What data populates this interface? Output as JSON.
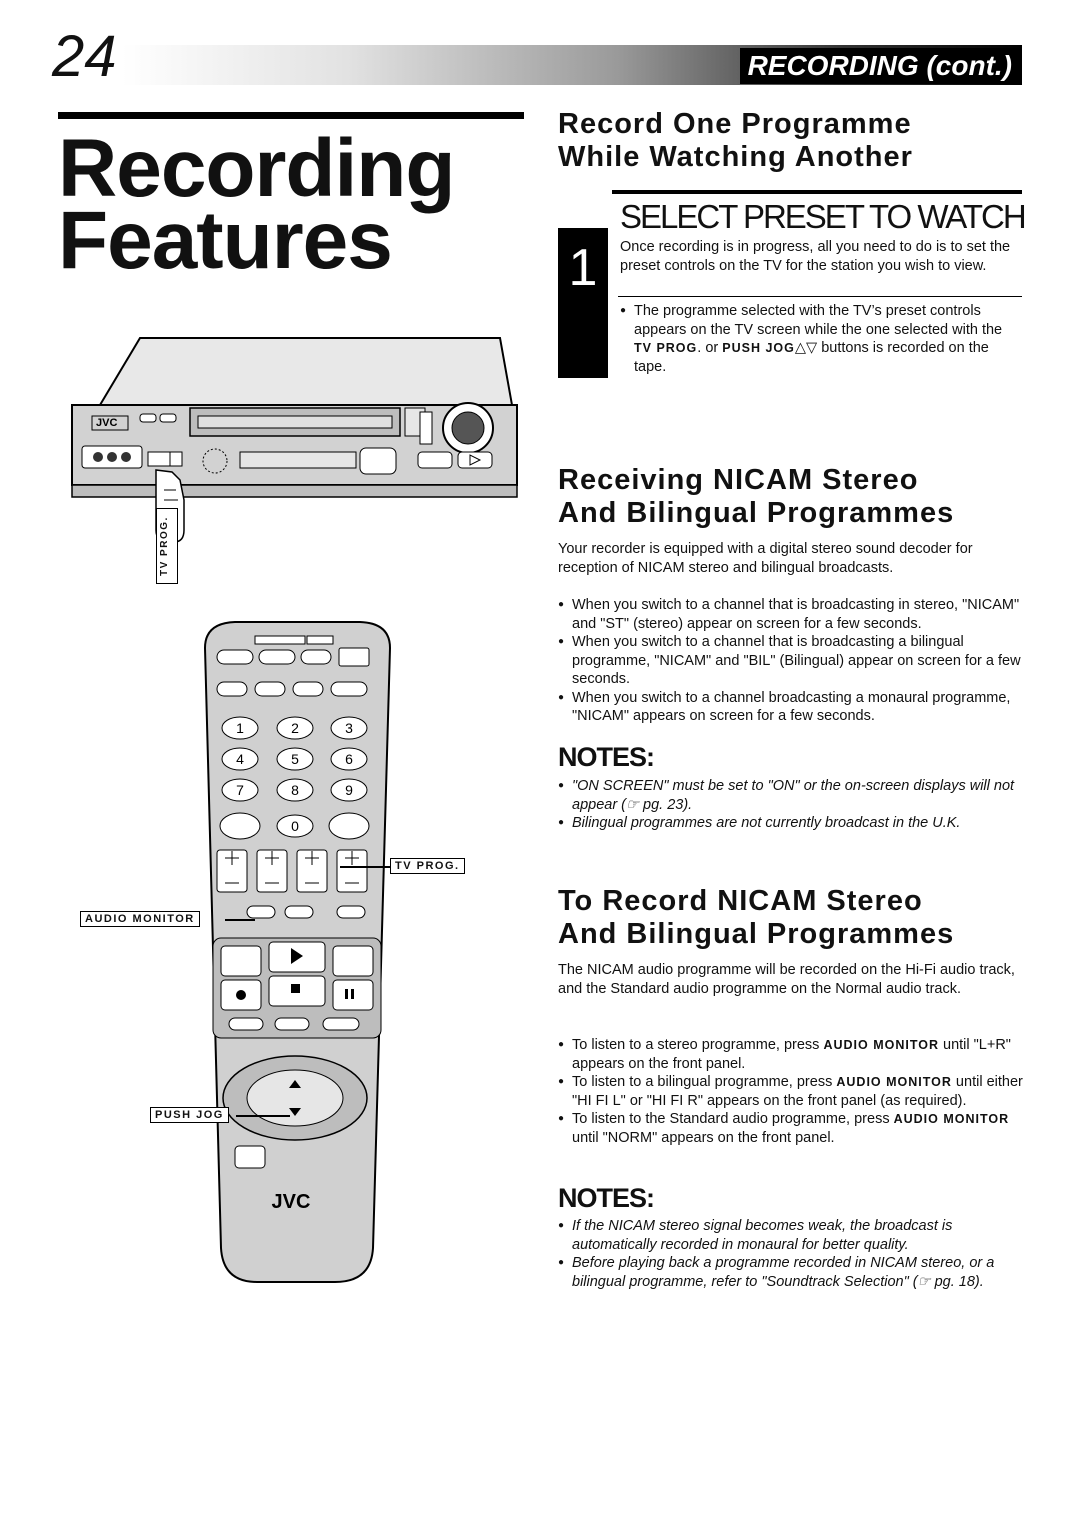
{
  "header": {
    "page_number": "24",
    "section_label": "RECORDING (cont.)"
  },
  "title": {
    "line1": "Recording",
    "line2": "Features"
  },
  "illustration": {
    "vcr_brand": "JVC",
    "remote_brand": "JVC",
    "callout_tv_prog_vertical": "TV PROG.",
    "callout_tv_prog": "TV PROG.",
    "callout_audio_monitor": "AUDIO MONITOR",
    "callout_push_jog": "PUSH JOG",
    "keypad": [
      "1",
      "2",
      "3",
      "4",
      "5",
      "6",
      "7",
      "8",
      "9",
      "0"
    ]
  },
  "section1": {
    "heading_line1": "Record One Programme",
    "heading_line2": "While Watching Another",
    "step_number": "1",
    "step_heading": "SELECT PRESET TO WATCH",
    "step_text": "Once recording is in progress, all you need to do is to set the preset controls on the TV for the station you wish to view.",
    "bullet_pre": "The programme selected with the TV’s preset controls appears on the TV screen while the one selected with the ",
    "bullet_key1": "TV PROG",
    "bullet_mid": ". or ",
    "bullet_key2": "PUSH JOG",
    "bullet_post": "△▽ buttons is recorded on the tape."
  },
  "section2": {
    "heading_line1": "Receiving NICAM Stereo",
    "heading_line2": "And Bilingual Programmes",
    "intro": "Your recorder is equipped with a digital stereo sound decoder for reception of NICAM stereo and bilingual broadcasts.",
    "bullets": [
      "When you switch to a channel that is broadcasting in stereo, \"NICAM\" and \"ST\" (stereo) appear on screen for a few seconds.",
      "When you switch to a channel that is broadcasting a bilingual programme, \"NICAM\" and \"BIL\" (Bilingual) appear on screen for a few seconds.",
      "When you switch to a channel broadcasting a monaural programme, \"NICAM\" appears on screen for a few seconds."
    ],
    "notes_heading": "NOTES:",
    "notes": [
      "\"ON SCREEN\" must be set to \"ON\" or the on-screen displays will not appear (☞ pg. 23).",
      "Bilingual programmes are not currently broadcast in the U.K."
    ]
  },
  "section3": {
    "heading_line1": "To Record NICAM Stereo",
    "heading_line2": "And Bilingual Programmes",
    "intro": "The NICAM audio programme will be recorded on the Hi-Fi audio track, and the Standard audio programme on the Normal audio track.",
    "b1_pre": "To listen to a stereo programme, press ",
    "b1_key": "AUDIO MONITOR",
    "b1_post": " until \"L+R\" appears on the front panel.",
    "b2_pre": "To listen to a bilingual programme, press ",
    "b2_key": "AUDIO MONITOR",
    "b2_post": " until either \"HI FI L\" or \"HI FI R\" appears on the front panel (as required).",
    "b3_pre": "To listen to the Standard audio programme, press ",
    "b3_key": "AUDIO MONITOR",
    "b3_post": " until \"NORM\" appears on the front panel.",
    "notes_heading": "NOTES:",
    "notes": [
      "If the NICAM stereo signal becomes weak, the broadcast is automatically recorded in monaural for better quality.",
      "Before playing back a programme recorded in NICAM stereo, or a bilingual programme, refer to \"Soundtrack Selection\" (☞ pg. 18)."
    ]
  }
}
